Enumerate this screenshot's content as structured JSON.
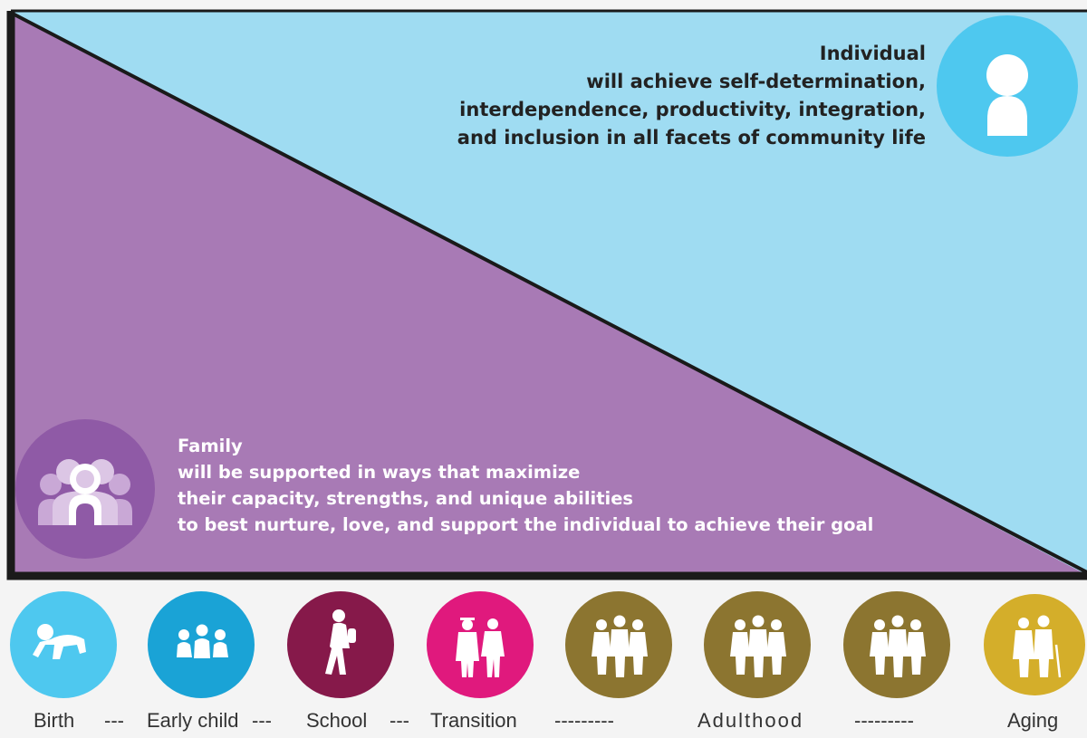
{
  "individual": {
    "lines": [
      "Individual",
      "will achieve self-determination,",
      "interdependence, productivity, integration,",
      "and inclusion in all facets of community life"
    ],
    "icon": "person-icon",
    "circle_color": "#4ec8ef"
  },
  "family": {
    "lines": [
      "Family",
      "will be supported in ways that maximize",
      "their capacity, strengths, and unique abilities",
      "to best nurture, love, and support the individual to achieve their goal"
    ],
    "icon": "family-group-icon",
    "circle_color": "#8f5aa6"
  },
  "colors": {
    "individual_area": "#9fdcf2",
    "family_area": "#a87ab5",
    "border": "#1a1a1a"
  },
  "stage_icons": [
    {
      "icon": "crawling-baby-icon",
      "color": "#4ec8ef"
    },
    {
      "icon": "children-group-icon",
      "color": "#1aa3d6"
    },
    {
      "icon": "student-walking-icon",
      "color": "#86194a"
    },
    {
      "icon": "graduates-icon",
      "color": "#e0197d"
    },
    {
      "icon": "adults-group-icon",
      "color": "#8c7530"
    },
    {
      "icon": "adults-group-icon",
      "color": "#8c7530"
    },
    {
      "icon": "adults-group-icon",
      "color": "#8c7530"
    },
    {
      "icon": "elderly-couple-icon",
      "color": "#d4ae2a"
    }
  ],
  "stages": {
    "birth": "Birth",
    "sep1": "---",
    "early_child": "Early child",
    "sep2": "---",
    "school": "School",
    "sep3": "---",
    "transition": "Transition",
    "sep4": "---------",
    "adulthood": "Adulthood",
    "sep5": "---------",
    "aging": "Aging"
  }
}
